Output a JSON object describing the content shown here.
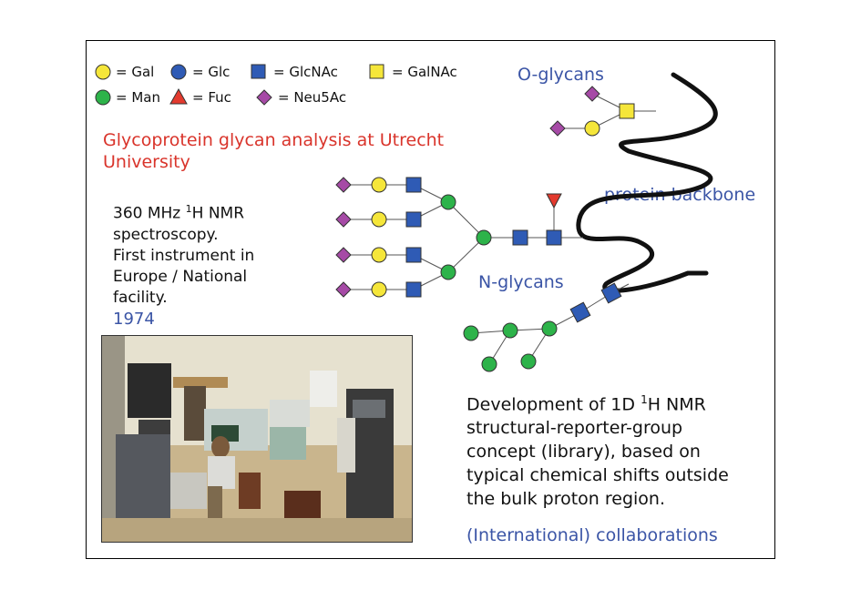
{
  "legend": {
    "gal": "= Gal",
    "glc": "= Glc",
    "glcnac": "= GlcNAc",
    "galnac": "= GalNAc",
    "man": "= Man",
    "fuc": "= Fuc",
    "neu5ac": "= Neu5Ac"
  },
  "title": "Glycoprotein glycan analysis at Utrecht University",
  "nmr_block": {
    "line1_pre": "360 MHz ",
    "line1_sup": "1",
    "line1_post": "H NMR",
    "line2": "spectroscopy.",
    "line3": "First instrument in",
    "line4": "Europe / National",
    "line5": "facility.",
    "year": "1974"
  },
  "labels": {
    "o_glycans": "O-glycans",
    "n_glycans": "N-glycans",
    "protein_backbone": "protein backbone"
  },
  "development": {
    "line1_pre": "Development of 1D ",
    "line1_sup": "1",
    "line1_post": "H NMR",
    "line2": "structural-reporter-group",
    "line3": "concept (library), based on",
    "line4": "typical chemical shifts outside",
    "line5": "the bulk proton region."
  },
  "collaborations": "(International) collaborations",
  "colors": {
    "gal": "#f5e63a",
    "glc": "#2f5bb5",
    "glcnac": "#2f5bb5",
    "galnac": "#f5e63a",
    "man": "#2db34a",
    "fuc": "#e33a2e",
    "neu5ac": "#a64aa6",
    "title": "#d9342b",
    "label_blue": "#3b55a6"
  }
}
